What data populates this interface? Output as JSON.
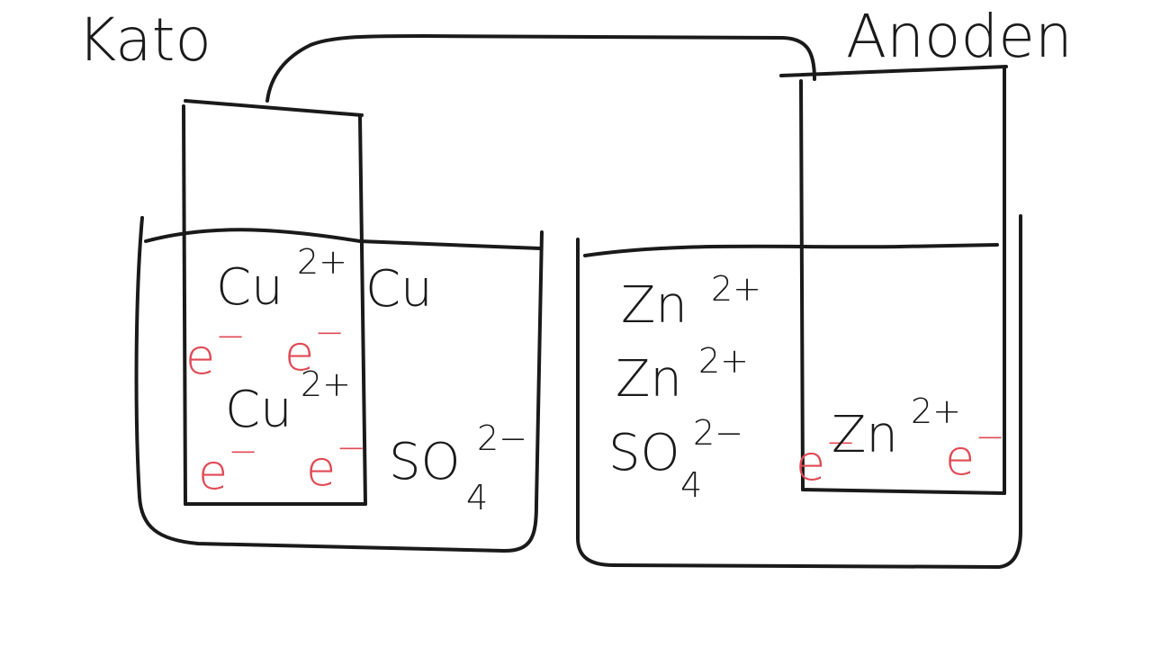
{
  "colors": {
    "ink": "#1a1a1a",
    "electron": "#e04a55"
  },
  "labels": {
    "cathode": "Kato",
    "anode": "Anoden"
  },
  "left_beaker": {
    "ions": [
      {
        "symbol": "Cu",
        "charge": "2+"
      },
      {
        "symbol": "Cu",
        "charge": "2+"
      }
    ],
    "electrode_metal": "Cu",
    "sulfate": {
      "symbol": "SO",
      "subscript": "4",
      "charge": "2−"
    },
    "electrons": [
      "e",
      "e",
      "e",
      "e"
    ]
  },
  "right_beaker": {
    "ions": [
      {
        "symbol": "Zn",
        "charge": "2+"
      },
      {
        "symbol": "Zn",
        "charge": "2+"
      }
    ],
    "sulfate": {
      "symbol": "SO",
      "subscript": "4",
      "charge": "2−"
    },
    "electrode_ion": {
      "symbol": "Zn",
      "charge": "2+"
    },
    "electrons": [
      "e",
      "e"
    ]
  },
  "electron_charge": "−"
}
